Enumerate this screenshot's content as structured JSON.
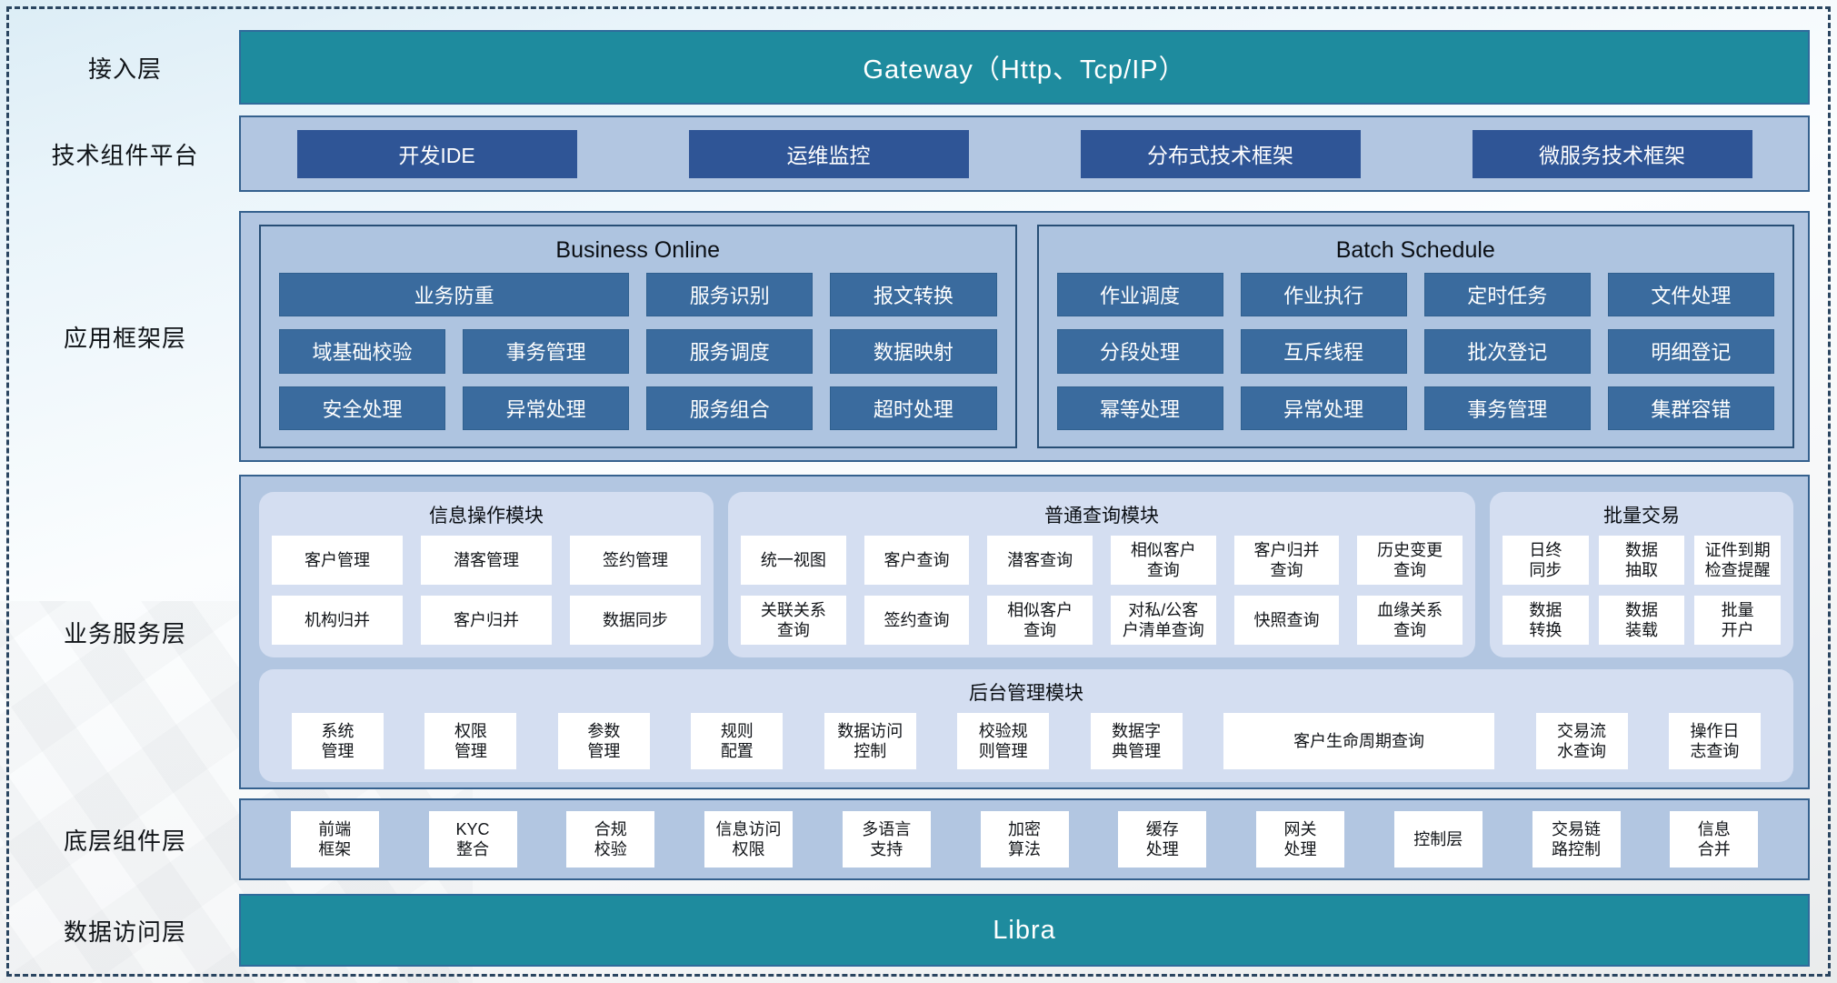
{
  "colors": {
    "teal": "#1e8b9e",
    "navy_button": "#2f5596",
    "steel_button": "#3a6b9e",
    "container": "#b2c6e1",
    "module_bg": "#d4def1",
    "frame_dash": "#2a4560"
  },
  "rows": {
    "access": {
      "label": "接入层",
      "bar": "Gateway（Http、Tcp/IP）"
    },
    "tech": {
      "label": "技术组件平台",
      "buttons": [
        "开发IDE",
        "运维监控",
        "分布式技术框架",
        "微服务技术框架"
      ]
    },
    "app": {
      "label": "应用框架层",
      "business_online": {
        "title": "Business Online",
        "items": [
          "业务防重",
          "服务识别",
          "报文转换",
          "域基础校验",
          "事务管理",
          "服务调度",
          "数据映射",
          "安全处理",
          "异常处理",
          "服务组合",
          "超时处理"
        ]
      },
      "batch_schedule": {
        "title": "Batch Schedule",
        "items": [
          "作业调度",
          "作业执行",
          "定时任务",
          "文件处理",
          "分段处理",
          "互斥线程",
          "批次登记",
          "明细登记",
          "幂等处理",
          "异常处理",
          "事务管理",
          "集群容错"
        ]
      }
    },
    "biz": {
      "label": "业务服务层",
      "info": {
        "title": "信息操作模块",
        "items": [
          "客户管理",
          "潜客管理",
          "签约管理",
          "机构归并",
          "客户归并",
          "数据同步"
        ]
      },
      "query": {
        "title": "普通查询模块",
        "items": [
          "统一视图",
          "客户查询",
          "潜客查询",
          "相似客户\n查询",
          "客户归并\n查询",
          "历史变更\n查询",
          "关联关系\n查询",
          "签约查询",
          "相似客户\n查询",
          "对私/公客\n户清单查询",
          "快照查询",
          "血缘关系\n查询"
        ]
      },
      "batch": {
        "title": "批量交易",
        "items": [
          "日终\n同步",
          "数据\n抽取",
          "证件到期\n检查提醒",
          "数据\n转换",
          "数据\n装载",
          "批量\n开户"
        ]
      },
      "admin": {
        "title": "后台管理模块",
        "items": [
          "系统\n管理",
          "权限\n管理",
          "参数\n管理",
          "规则\n配置",
          "数据访问\n控制",
          "校验规\n则管理",
          "数据字\n典管理",
          "客户生命周期查询",
          "交易流\n水查询",
          "操作日\n志查询"
        ]
      }
    },
    "base": {
      "label": "底层组件层",
      "items": [
        "前端\n框架",
        "KYC\n整合",
        "合规\n校验",
        "信息访问\n权限",
        "多语言\n支持",
        "加密\n算法",
        "缓存\n处理",
        "网关\n处理",
        "控制层",
        "交易链\n路控制",
        "信息\n合并"
      ]
    },
    "data": {
      "label": "数据访问层",
      "bar": "Libra"
    }
  }
}
